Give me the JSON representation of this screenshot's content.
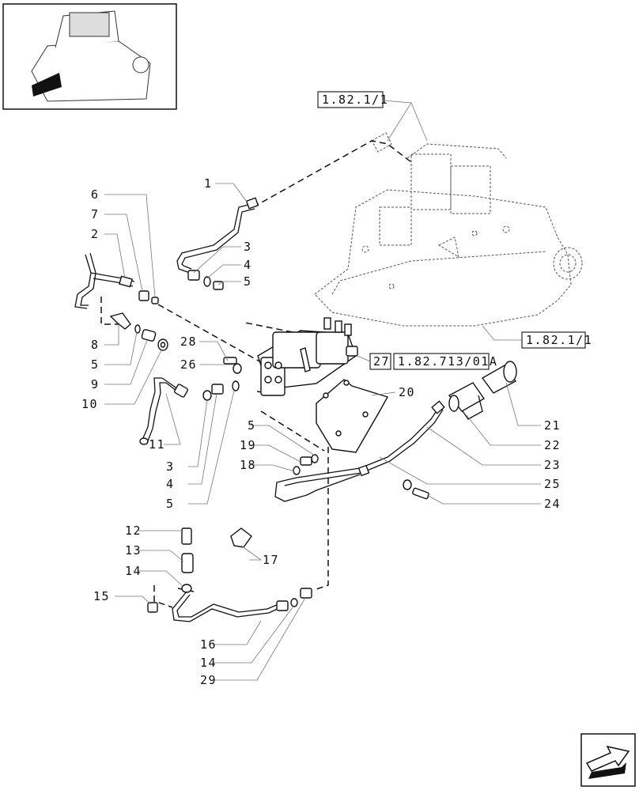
{
  "references": {
    "top": "1.82.1/1",
    "right": "1.82.1/1",
    "box_num": "27",
    "box_code": "1.82.713/01A"
  },
  "labels": {
    "l1": "1",
    "l6": "6",
    "l7": "7",
    "l2": "2",
    "l3a": "3",
    "l4a": "4",
    "l5a": "5",
    "l28": "28",
    "l26": "26",
    "l8": "8",
    "l5b": "5",
    "l9": "9",
    "l10": "10",
    "l11": "11",
    "l3b": "3",
    "l4b": "4",
    "l5c": "5",
    "l20": "20",
    "l21": "21",
    "l22": "22",
    "l23": "23",
    "l25": "25",
    "l24": "24",
    "l5d": "5",
    "l19": "19",
    "l18": "18",
    "l12": "12",
    "l13": "13",
    "l14a": "14",
    "l15": "15",
    "l17": "17",
    "l16": "16",
    "l14b": "14",
    "l29": "29"
  },
  "icons": {
    "thumbnail": "gearbox-thumbnail-icon",
    "navigation": "next-page-arrow-icon"
  }
}
